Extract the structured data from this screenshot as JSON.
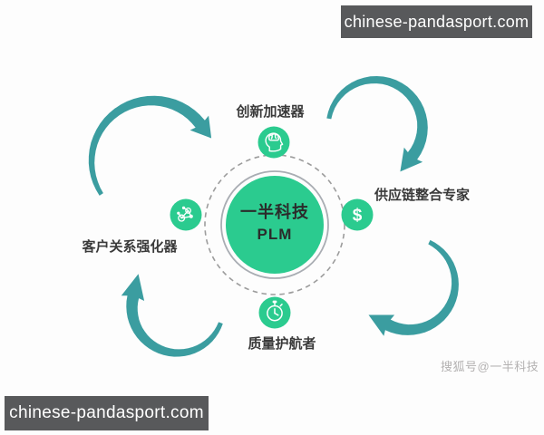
{
  "banners": {
    "top_right": "chinese-pandasport.com",
    "bottom_left": "chinese-pandasport.com"
  },
  "watermark": "搜狐号@一半科技",
  "diagram": {
    "center": {
      "title": "一半科技",
      "subtitle": "PLM"
    },
    "labels": {
      "top": "创新加速器",
      "right": "供应链整合专家",
      "bottom": "质量护航者",
      "left": "客户关系强化器"
    },
    "icons": {
      "top": "brain-head-icon",
      "right": "dollar-icon",
      "bottom": "stopwatch-icon",
      "left": "molecule-icon"
    },
    "dollar_glyph": "$"
  },
  "colors": {
    "node_green": "#2bcb8f",
    "arrow_teal": "#3b9da0",
    "banner_bg": "#58595b",
    "banner_text": "#ffffff",
    "dashed_ring": "#9c9c9c",
    "inner_ring": "#a9adb3",
    "center_text": "#2b2b2b",
    "label_text": "#3a3a3a",
    "watermark_text": "#b3b1b1",
    "background": "#fdfdfd"
  }
}
